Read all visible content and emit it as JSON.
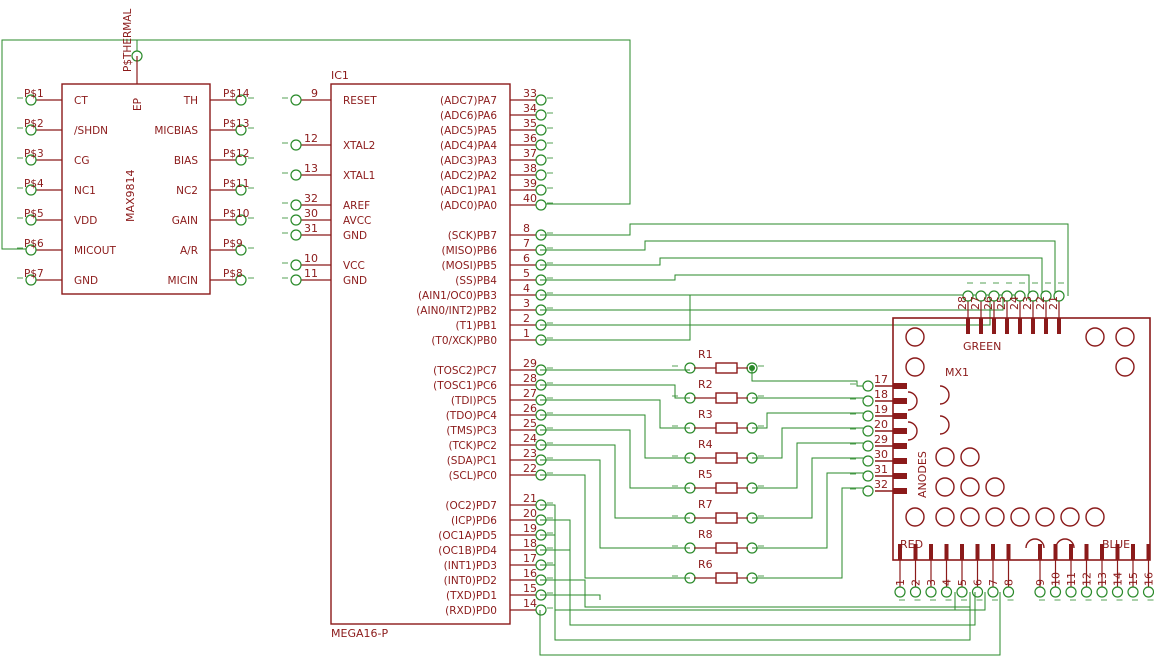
{
  "thermal_net": "P$THERMAL",
  "max9814": {
    "ref": "MAX9814",
    "ep": "EP",
    "left_pins": [
      {
        "name": "CT",
        "pad": "P$1"
      },
      {
        "name": "/SHDN",
        "pad": "P$2"
      },
      {
        "name": "CG",
        "pad": "P$3"
      },
      {
        "name": "NC1",
        "pad": "P$4"
      },
      {
        "name": "VDD",
        "pad": "P$5"
      },
      {
        "name": "MICOUT",
        "pad": "P$6"
      },
      {
        "name": "GND",
        "pad": "P$7"
      }
    ],
    "right_pins": [
      {
        "name": "TH",
        "pad": "P$14"
      },
      {
        "name": "MICBIAS",
        "pad": "P$13"
      },
      {
        "name": "BIAS",
        "pad": "P$12"
      },
      {
        "name": "NC2",
        "pad": "P$11"
      },
      {
        "name": "GAIN",
        "pad": "P$10"
      },
      {
        "name": "A/R",
        "pad": "P$9"
      },
      {
        "name": "MICIN",
        "pad": "P$8"
      }
    ]
  },
  "mcu": {
    "ref": "IC1",
    "value": "MEGA16-P",
    "left_pins": [
      {
        "name": "RESET",
        "num": "9"
      },
      {
        "name": "XTAL2",
        "num": "12"
      },
      {
        "name": "XTAL1",
        "num": "13"
      },
      {
        "name": "AREF",
        "num": "32"
      },
      {
        "name": "AVCC",
        "num": "30"
      },
      {
        "name": "GND",
        "num": "31"
      },
      {
        "name": "VCC",
        "num": "10"
      },
      {
        "name": "GND",
        "num": "11"
      }
    ],
    "right_pins": [
      {
        "name": "(ADC7)PA7",
        "num": "33"
      },
      {
        "name": "(ADC6)PA6",
        "num": "34"
      },
      {
        "name": "(ADC5)PA5",
        "num": "35"
      },
      {
        "name": "(ADC4)PA4",
        "num": "36"
      },
      {
        "name": "(ADC3)PA3",
        "num": "37"
      },
      {
        "name": "(ADC2)PA2",
        "num": "38"
      },
      {
        "name": "(ADC1)PA1",
        "num": "39"
      },
      {
        "name": "(ADC0)PA0",
        "num": "40"
      },
      {
        "name": "(SCK)PB7",
        "num": "8"
      },
      {
        "name": "(MISO)PB6",
        "num": "7"
      },
      {
        "name": "(MOSI)PB5",
        "num": "6"
      },
      {
        "name": "(SS)PB4",
        "num": "5"
      },
      {
        "name": "(AIN1/OC0)PB3",
        "num": "4"
      },
      {
        "name": "(AIN0/INT2)PB2",
        "num": "3"
      },
      {
        "name": "(T1)PB1",
        "num": "2"
      },
      {
        "name": "(T0/XCK)PB0",
        "num": "1"
      },
      {
        "name": "(TOSC2)PC7",
        "num": "29"
      },
      {
        "name": "(TOSC1)PC6",
        "num": "28"
      },
      {
        "name": "(TDI)PC5",
        "num": "27"
      },
      {
        "name": "(TDO)PC4",
        "num": "26"
      },
      {
        "name": "(TMS)PC3",
        "num": "25"
      },
      {
        "name": "(TCK)PC2",
        "num": "24"
      },
      {
        "name": "(SDA)PC1",
        "num": "23"
      },
      {
        "name": "(SCL)PC0",
        "num": "22"
      },
      {
        "name": "(OC2)PD7",
        "num": "21"
      },
      {
        "name": "(ICP)PD6",
        "num": "20"
      },
      {
        "name": "(OC1A)PD5",
        "num": "19"
      },
      {
        "name": "(OC1B)PD4",
        "num": "18"
      },
      {
        "name": "(INT1)PD3",
        "num": "17"
      },
      {
        "name": "(INT0)PD2",
        "num": "16"
      },
      {
        "name": "(TXD)PD1",
        "num": "15"
      },
      {
        "name": "(RXD)PD0",
        "num": "14"
      }
    ]
  },
  "resistors": [
    "R1",
    "R2",
    "R3",
    "R4",
    "R5",
    "R7",
    "R8",
    "R6"
  ],
  "matrix": {
    "ref": "MX1",
    "green": "GREEN",
    "red": "RED",
    "blue": "BLUE",
    "anodes": "ANODES",
    "anode_pins": [
      "17",
      "18",
      "19",
      "20",
      "29",
      "30",
      "31",
      "32"
    ],
    "green_pins": [
      "28",
      "27",
      "26",
      "25",
      "24",
      "23",
      "22",
      "21"
    ],
    "red_pins": [
      "1",
      "2",
      "3",
      "4",
      "5",
      "6",
      "7",
      "8"
    ],
    "blue_pins": [
      "9",
      "10",
      "11",
      "12",
      "13",
      "14",
      "15",
      "16"
    ]
  },
  "colors": {
    "wire": "#2a8a2a",
    "part": "#8b1a1a"
  }
}
